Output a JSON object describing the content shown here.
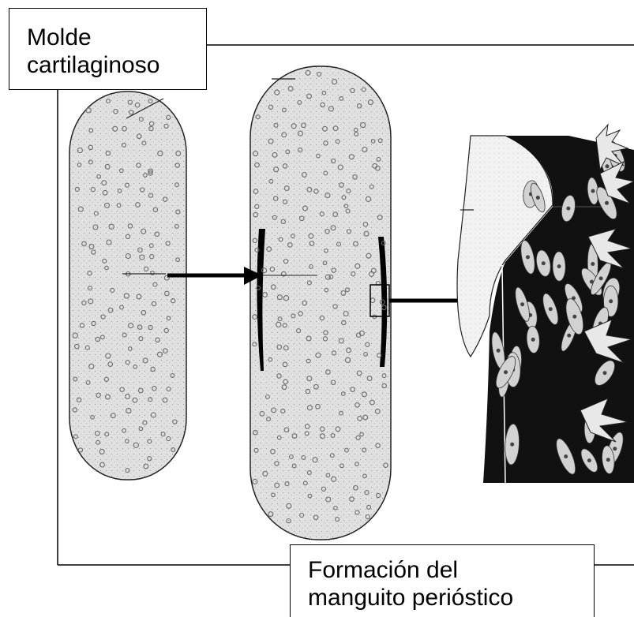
{
  "labels": {
    "top": [
      "Molde",
      "cartilaginoso"
    ],
    "bottom": [
      "Formación del",
      "manguito perióstico"
    ]
  },
  "colors": {
    "ink": "#000000",
    "cartilage_fill": "#dcdcdc",
    "cell": "#6a6a6a",
    "bone_dark": "#0f0f0f",
    "cell_light": "#d2d2d2"
  },
  "icons": [
    "arrow-right-icon",
    "arrow-right-icon"
  ]
}
